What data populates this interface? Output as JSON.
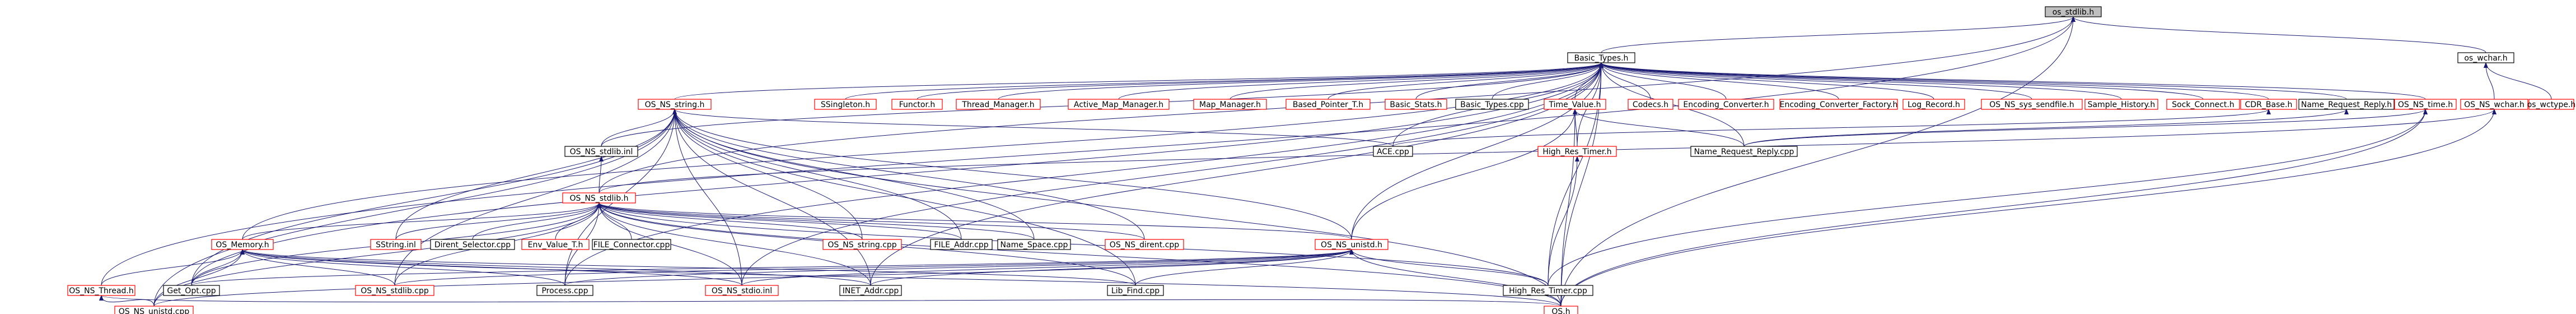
{
  "colors": {
    "edge": "#191970",
    "node_black": "#000000",
    "node_red": "#ff0000",
    "root_fill": "#bfbfbf",
    "node_fill": "#ffffff"
  },
  "nodes": [
    {
      "id": "os_stdlib_h",
      "label": "os_stdlib.h",
      "style": "root"
    },
    {
      "id": "basic_types_h",
      "label": "Basic_Types.h",
      "style": "black"
    },
    {
      "id": "os_wchar_h",
      "label": "os_wchar.h",
      "style": "black"
    },
    {
      "id": "os_ns_string_h",
      "label": "OS_NS_string.h",
      "style": "red"
    },
    {
      "id": "ssingleton_h",
      "label": "SSingleton.h",
      "style": "red"
    },
    {
      "id": "functor_h",
      "label": "Functor.h",
      "style": "red"
    },
    {
      "id": "thread_manager_h",
      "label": "Thread_Manager.h",
      "style": "red"
    },
    {
      "id": "active_map_manager_h",
      "label": "Active_Map_Manager.h",
      "style": "red"
    },
    {
      "id": "map_manager_h",
      "label": "Map_Manager.h",
      "style": "red"
    },
    {
      "id": "based_pointer_t_h",
      "label": "Based_Pointer_T.h",
      "style": "red"
    },
    {
      "id": "basic_stats_h",
      "label": "Basic_Stats.h",
      "style": "red"
    },
    {
      "id": "basic_types_cpp",
      "label": "Basic_Types.cpp",
      "style": "black"
    },
    {
      "id": "time_value_h",
      "label": "Time_Value.h",
      "style": "red"
    },
    {
      "id": "codecs_h",
      "label": "Codecs.h",
      "style": "red"
    },
    {
      "id": "encoding_converter_h",
      "label": "Encoding_Converter.h",
      "style": "red"
    },
    {
      "id": "encoding_converter_factory_h",
      "label": "Encoding_Converter_Factory.h",
      "style": "red"
    },
    {
      "id": "log_record_h",
      "label": "Log_Record.h",
      "style": "red"
    },
    {
      "id": "os_ns_sys_sendfile_h",
      "label": "OS_NS_sys_sendfile.h",
      "style": "red"
    },
    {
      "id": "sample_history_h",
      "label": "Sample_History.h",
      "style": "red"
    },
    {
      "id": "sock_connect_h",
      "label": "Sock_Connect.h",
      "style": "red"
    },
    {
      "id": "cdr_base_h",
      "label": "CDR_Base.h",
      "style": "red"
    },
    {
      "id": "name_request_reply_h",
      "label": "Name_Request_Reply.h",
      "style": "black"
    },
    {
      "id": "os_ns_time_h",
      "label": "OS_NS_time.h",
      "style": "red"
    },
    {
      "id": "os_ns_wchar_h",
      "label": "OS_NS_wchar.h",
      "style": "red"
    },
    {
      "id": "os_wctype_h",
      "label": "os_wctype.h",
      "style": "red"
    },
    {
      "id": "os_ns_stdlib_inl",
      "label": "OS_NS_stdlib.inl",
      "style": "black"
    },
    {
      "id": "ace_cpp",
      "label": "ACE.cpp",
      "style": "black"
    },
    {
      "id": "high_res_timer_h",
      "label": "High_Res_Timer.h",
      "style": "red"
    },
    {
      "id": "name_request_reply_cpp",
      "label": "Name_Request_Reply.cpp",
      "style": "black"
    },
    {
      "id": "os_ns_stdlib_h",
      "label": "OS_NS_stdlib.h",
      "style": "red"
    },
    {
      "id": "os_memory_h",
      "label": "OS_Memory.h",
      "style": "red"
    },
    {
      "id": "sstring_inl",
      "label": "SString.inl",
      "style": "red"
    },
    {
      "id": "dirent_selector_cpp",
      "label": "Dirent_Selector.cpp",
      "style": "black"
    },
    {
      "id": "env_value_t_h",
      "label": "Env_Value_T.h",
      "style": "red"
    },
    {
      "id": "file_connector_cpp",
      "label": "FILE_Connector.cpp",
      "style": "black"
    },
    {
      "id": "os_ns_string_cpp",
      "label": "OS_NS_string.cpp",
      "style": "red"
    },
    {
      "id": "file_addr_cpp",
      "label": "FILE_Addr.cpp",
      "style": "black"
    },
    {
      "id": "name_space_cpp",
      "label": "Name_Space.cpp",
      "style": "black"
    },
    {
      "id": "os_ns_dirent_cpp",
      "label": "OS_NS_dirent.cpp",
      "style": "red"
    },
    {
      "id": "os_ns_unistd_h",
      "label": "OS_NS_unistd.h",
      "style": "red"
    },
    {
      "id": "os_ns_thread_h",
      "label": "OS_NS_Thread.h",
      "style": "red"
    },
    {
      "id": "get_opt_cpp",
      "label": "Get_Opt.cpp",
      "style": "black"
    },
    {
      "id": "os_ns_stdlib_cpp",
      "label": "OS_NS_stdlib.cpp",
      "style": "red"
    },
    {
      "id": "process_cpp",
      "label": "Process.cpp",
      "style": "black"
    },
    {
      "id": "os_ns_stdio_inl",
      "label": "OS_NS_stdio.inl",
      "style": "red"
    },
    {
      "id": "inet_addr_cpp",
      "label": "INET_Addr.cpp",
      "style": "black"
    },
    {
      "id": "lib_find_cpp",
      "label": "Lib_Find.cpp",
      "style": "black"
    },
    {
      "id": "high_res_timer_cpp",
      "label": "High_Res_Timer.cpp",
      "style": "black"
    },
    {
      "id": "os_ns_unistd_cpp",
      "label": "OS_NS_unistd.cpp",
      "style": "red"
    },
    {
      "id": "os_h",
      "label": "OS.h",
      "style": "red"
    }
  ],
  "edges": [
    [
      "os_stdlib_h",
      "basic_types_h"
    ],
    [
      "os_stdlib_h",
      "os_wchar_h"
    ],
    [
      "os_stdlib_h",
      "os_ns_stdlib_h"
    ],
    [
      "os_stdlib_h",
      "os_h"
    ],
    [
      "os_stdlib_h",
      "os_ns_thread_h"
    ],
    [
      "os_wchar_h",
      "os_ns_wchar_h"
    ],
    [
      "os_wchar_h",
      "os_wctype_h"
    ],
    [
      "os_ns_wchar_h",
      "os_h"
    ],
    [
      "os_ns_wchar_h",
      "os_ns_stdlib_h"
    ],
    [
      "basic_types_h",
      "os_ns_string_h"
    ],
    [
      "basic_types_h",
      "ssingleton_h"
    ],
    [
      "basic_types_h",
      "functor_h"
    ],
    [
      "basic_types_h",
      "thread_manager_h"
    ],
    [
      "basic_types_h",
      "active_map_manager_h"
    ],
    [
      "basic_types_h",
      "map_manager_h"
    ],
    [
      "basic_types_h",
      "based_pointer_t_h"
    ],
    [
      "basic_types_h",
      "basic_stats_h"
    ],
    [
      "basic_types_h",
      "basic_types_cpp"
    ],
    [
      "basic_types_h",
      "time_value_h"
    ],
    [
      "basic_types_h",
      "codecs_h"
    ],
    [
      "basic_types_h",
      "encoding_converter_h"
    ],
    [
      "basic_types_h",
      "encoding_converter_factory_h"
    ],
    [
      "basic_types_h",
      "log_record_h"
    ],
    [
      "basic_types_h",
      "os_ns_sys_sendfile_h"
    ],
    [
      "basic_types_h",
      "sample_history_h"
    ],
    [
      "basic_types_h",
      "sock_connect_h"
    ],
    [
      "basic_types_h",
      "cdr_base_h"
    ],
    [
      "basic_types_h",
      "name_request_reply_h"
    ],
    [
      "basic_types_h",
      "os_ns_time_h"
    ],
    [
      "basic_types_h",
      "os_ns_stdlib_inl"
    ],
    [
      "basic_types_h",
      "ace_cpp"
    ],
    [
      "basic_types_h",
      "high_res_timer_h"
    ],
    [
      "basic_types_h",
      "os_memory_h"
    ],
    [
      "basic_types_h",
      "os_ns_unistd_h"
    ],
    [
      "basic_types_h",
      "os_h"
    ],
    [
      "basic_types_h",
      "inet_addr_cpp"
    ],
    [
      "basic_types_h",
      "high_res_timer_cpp"
    ],
    [
      "basic_types_h",
      "name_request_reply_cpp"
    ],
    [
      "basic_types_h",
      "process_cpp"
    ],
    [
      "basic_types_h",
      "get_opt_cpp"
    ],
    [
      "basic_types_h",
      "os_ns_stdio_inl"
    ],
    [
      "os_ns_string_h",
      "os_ns_stdlib_inl"
    ],
    [
      "os_ns_string_h",
      "ace_cpp"
    ],
    [
      "os_ns_string_h",
      "os_ns_string_cpp"
    ],
    [
      "os_ns_string_h",
      "file_addr_cpp"
    ],
    [
      "os_ns_string_h",
      "name_space_cpp"
    ],
    [
      "os_ns_string_h",
      "os_ns_dirent_cpp"
    ],
    [
      "os_ns_string_h",
      "os_ns_unistd_h"
    ],
    [
      "os_ns_string_h",
      "inet_addr_cpp"
    ],
    [
      "os_ns_string_h",
      "lib_find_cpp"
    ],
    [
      "os_ns_string_h",
      "os_h"
    ],
    [
      "os_ns_string_h",
      "sstring_inl"
    ],
    [
      "os_ns_string_h",
      "os_ns_stdio_inl"
    ],
    [
      "os_ns_string_h",
      "process_cpp"
    ],
    [
      "os_ns_string_h",
      "get_opt_cpp"
    ],
    [
      "os_ns_string_h",
      "os_ns_stdlib_cpp"
    ],
    [
      "os_ns_string_h",
      "os_ns_unistd_cpp"
    ],
    [
      "time_value_h",
      "high_res_timer_h"
    ],
    [
      "time_value_h",
      "name_request_reply_cpp"
    ],
    [
      "time_value_h",
      "os_ns_unistd_h"
    ],
    [
      "time_value_h",
      "os_h"
    ],
    [
      "cdr_base_h",
      "ace_cpp"
    ],
    [
      "name_request_reply_h",
      "name_request_reply_cpp"
    ],
    [
      "os_ns_time_h",
      "name_request_reply_cpp"
    ],
    [
      "os_ns_time_h",
      "high_res_timer_cpp"
    ],
    [
      "os_ns_time_h",
      "os_h"
    ],
    [
      "os_ns_stdlib_inl",
      "os_ns_stdlib_h"
    ],
    [
      "high_res_timer_h",
      "high_res_timer_cpp"
    ],
    [
      "os_ns_stdlib_h",
      "os_memory_h"
    ],
    [
      "os_ns_stdlib_h",
      "sstring_inl"
    ],
    [
      "os_ns_stdlib_h",
      "dirent_selector_cpp"
    ],
    [
      "os_ns_stdlib_h",
      "env_value_t_h"
    ],
    [
      "os_ns_stdlib_h",
      "file_connector_cpp"
    ],
    [
      "os_ns_stdlib_h",
      "os_ns_string_cpp"
    ],
    [
      "os_ns_stdlib_h",
      "file_addr_cpp"
    ],
    [
      "os_ns_stdlib_h",
      "name_space_cpp"
    ],
    [
      "os_ns_stdlib_h",
      "os_ns_dirent_cpp"
    ],
    [
      "os_ns_stdlib_h",
      "os_ns_unistd_h"
    ],
    [
      "os_ns_stdlib_h",
      "get_opt_cpp"
    ],
    [
      "os_ns_stdlib_h",
      "os_ns_stdlib_cpp"
    ],
    [
      "os_ns_stdlib_h",
      "process_cpp"
    ],
    [
      "os_ns_stdlib_h",
      "os_ns_stdio_inl"
    ],
    [
      "os_ns_stdlib_h",
      "inet_addr_cpp"
    ],
    [
      "os_ns_stdlib_h",
      "lib_find_cpp"
    ],
    [
      "os_ns_stdlib_h",
      "high_res_timer_cpp"
    ],
    [
      "os_ns_stdlib_h",
      "os_h"
    ],
    [
      "os_ns_stdlib_h",
      "os_ns_unistd_cpp"
    ],
    [
      "os_memory_h",
      "os_ns_thread_h"
    ],
    [
      "os_memory_h",
      "get_opt_cpp"
    ],
    [
      "os_memory_h",
      "os_ns_stdlib_cpp"
    ],
    [
      "os_memory_h",
      "process_cpp"
    ],
    [
      "os_memory_h",
      "os_ns_stdio_inl"
    ],
    [
      "os_memory_h",
      "inet_addr_cpp"
    ],
    [
      "os_memory_h",
      "lib_find_cpp"
    ],
    [
      "os_memory_h",
      "os_h"
    ],
    [
      "os_memory_h",
      "os_ns_unistd_cpp"
    ],
    [
      "os_ns_unistd_h",
      "os_ns_stdio_inl"
    ],
    [
      "os_ns_unistd_h",
      "inet_addr_cpp"
    ],
    [
      "os_ns_unistd_h",
      "lib_find_cpp"
    ],
    [
      "os_ns_unistd_h",
      "high_res_timer_cpp"
    ],
    [
      "os_ns_unistd_h",
      "os_h"
    ],
    [
      "os_ns_unistd_h",
      "process_cpp"
    ],
    [
      "os_ns_unistd_h",
      "os_ns_unistd_cpp"
    ],
    [
      "os_ns_unistd_h",
      "get_opt_cpp"
    ],
    [
      "os_ns_unistd_h",
      "os_ns_stdlib_cpp"
    ],
    [
      "os_ns_thread_h",
      "os_ns_unistd_cpp"
    ],
    [
      "os_ns_thread_h",
      "os_h"
    ]
  ]
}
